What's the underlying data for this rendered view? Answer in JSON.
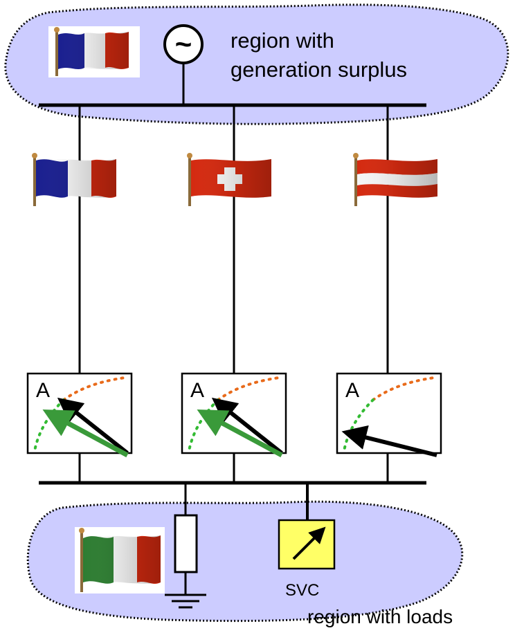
{
  "top_region": {
    "line1": "region with",
    "line2": "generation surplus"
  },
  "generator": {
    "symbol": "~"
  },
  "meters": [
    {
      "label": "A"
    },
    {
      "label": "A"
    },
    {
      "label": "A"
    }
  ],
  "svc": {
    "label": "SVC"
  },
  "bottom_region": {
    "label": "region with loads"
  },
  "flags": [
    "France",
    "France",
    "Switzerland",
    "Austria",
    "Italy"
  ],
  "colors": {
    "region_fill": "#ccccff",
    "svc_fill": "#ffff66",
    "green_arrow": "#3a9a3a",
    "black_arrow": "#000000",
    "france_blue": "#1a1f8f",
    "flag_red": "#d42a10",
    "italy_green": "#2e7d32"
  }
}
